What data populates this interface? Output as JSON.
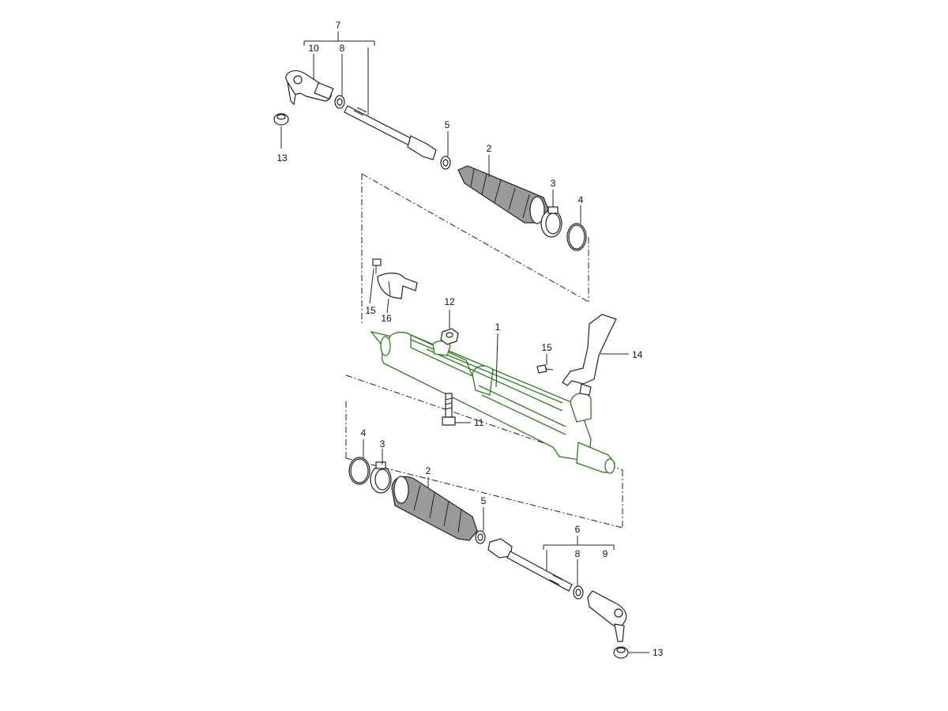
{
  "diagram": {
    "labels": {
      "top_group": "7",
      "top_tie_end": "10",
      "top_nut": "8",
      "top_nut_loose": "13",
      "top_ring": "5",
      "top_boot": "2",
      "top_clamp": "3",
      "top_band": "4",
      "rack": "1",
      "bracket_bolt": "15",
      "bracket": "16",
      "mount_nut": "12",
      "right_bolt": "15",
      "pipe": "14",
      "mount_bolt": "11",
      "bottom_band": "4",
      "bottom_clamp": "3",
      "bottom_boot": "2",
      "bottom_ring": "5",
      "bottom_group": "6",
      "bottom_nut": "8",
      "bottom_tie_end": "9",
      "bottom_nut_loose": "13"
    },
    "colors": {
      "line": "#222222",
      "rack_outline": "#2e7a1e",
      "boot_fill": "#9a9a9a",
      "background": "#ffffff"
    }
  }
}
